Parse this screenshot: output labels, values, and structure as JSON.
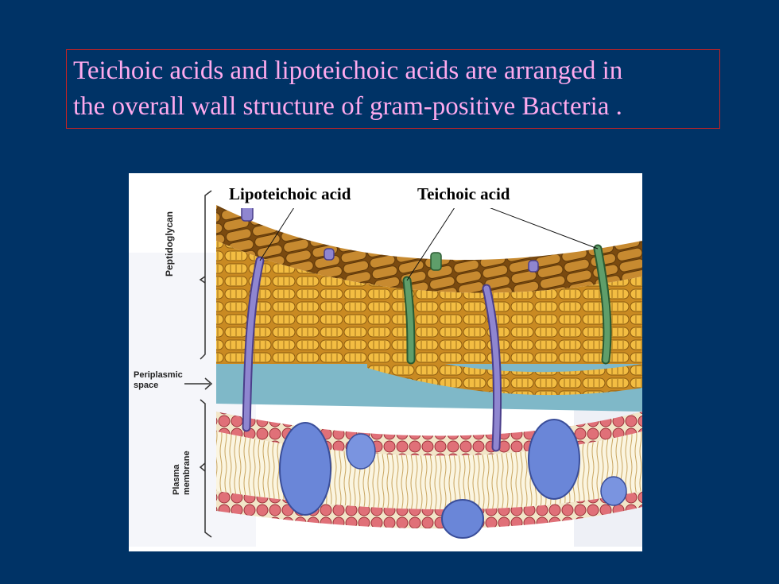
{
  "title": {
    "line1": "Teichoic acids and lipoteichoic acids are arranged in",
    "line2": "the overall wall structure  of gram-positive Bacteria ."
  },
  "figure": {
    "labels": {
      "lipoteichoic": "Lipoteichoic acid",
      "teichoic": "Teichoic acid",
      "peptidoglycan": "Peptidoglycan",
      "periplasmic_1": "Periplasmic",
      "periplasmic_2": "space",
      "plasma_1": "Plasma",
      "plasma_2": "membrane"
    },
    "colors": {
      "background": "#003366",
      "title_text": "#ffaaee",
      "title_border": "#cc2222",
      "peptidoglycan": "#f0b83a",
      "periplasm": "#7fb8c8",
      "phospholipid_head": "#d9636a",
      "protein": "#6a86d8",
      "lipoteichoic": "#8478c4",
      "teichoic": "#4f8a5a"
    }
  }
}
